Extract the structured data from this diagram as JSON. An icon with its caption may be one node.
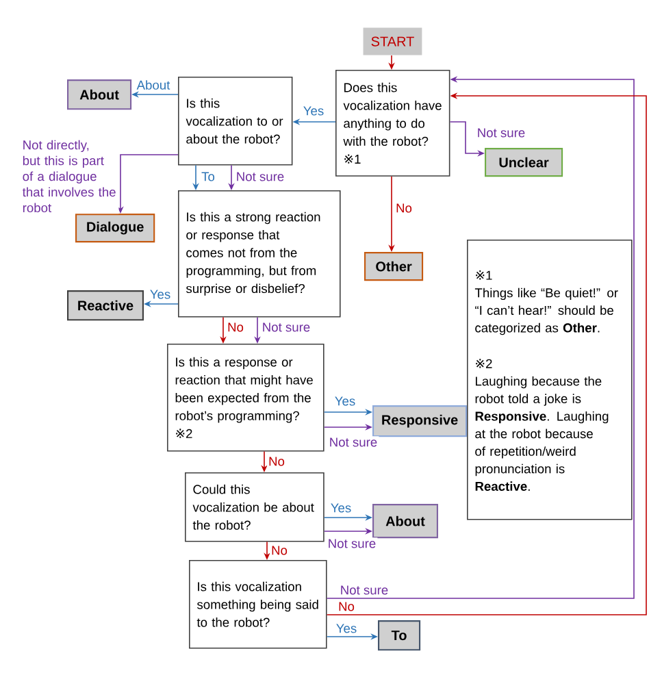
{
  "diagram": {
    "nodes": [
      {
        "text": [
          "START"
        ]
      },
      {
        "text": [
          "Does this vocalization have anything to do with the robot? ※1"
        ]
      },
      {
        "text": [
          "Is this vocalization to or about the robot?"
        ]
      },
      {
        "text": [
          "About"
        ]
      },
      {
        "text": [
          "Dialogue"
        ]
      },
      {
        "text": [
          "Unclear"
        ]
      },
      {
        "text": [
          "Other"
        ]
      },
      {
        "text": [
          "Is this a strong reaction or response that comes not from the programming, but from surprise or disbelief?"
        ]
      },
      {
        "text": [
          "Reactive"
        ]
      },
      {
        "text": [
          "Is this a response or reaction that might have been expected from the robot’s programming? ※2"
        ]
      },
      {
        "text": [
          "Responsive"
        ]
      },
      {
        "text": [
          "※1",
          "Things like “Be quiet!” or “I can’t hear!” should be categorized as **Other**.",
          "※2",
          "Laughing because the robot told a joke is **Responsive**. Laughing at the robot because of repetition/weird pronunciation is **Reactive**."
        ]
      },
      {
        "text": [
          "Could this vocalization be about the robot?"
        ]
      },
      {
        "text": [
          "About"
        ]
      },
      {
        "text": [
          "Is this vocalization something being said to the robot?"
        ]
      },
      {
        "text": [
          "To"
        ]
      }
    ],
    "edges": [
      {
        "from": 0,
        "to": 1,
        "arrow": "to",
        "color": "#c00000"
      },
      {
        "from": 1,
        "to": 2,
        "arrow": "to",
        "label": "Yes",
        "color": "#2e75b6"
      },
      {
        "from": 1,
        "to": 5,
        "arrow": "to",
        "label": "Not sure",
        "color": "#7030a0"
      },
      {
        "from": 1,
        "to": 6,
        "arrow": "to",
        "label": "No",
        "color": "#c00000"
      },
      {
        "from": 2,
        "to": 3,
        "arrow": "to",
        "label": "About",
        "color": "#2e75b6"
      },
      {
        "from": 2,
        "to": 4,
        "arrow": "to",
        "label": "Not directly, but this is part of a dialogue that involves the robot",
        "color": "#7030a0"
      },
      {
        "from": 2,
        "to": 7,
        "arrow": "to",
        "label": "To",
        "color": "#2e75b6"
      },
      {
        "from": 2,
        "to": 7,
        "arrow": "to",
        "label": "Not sure",
        "color": "#7030a0"
      },
      {
        "from": 7,
        "to": 8,
        "arrow": "to",
        "label": "Yes",
        "color": "#2e75b6"
      },
      {
        "from": 7,
        "to": 9,
        "arrow": "to",
        "label": "No",
        "color": "#c00000"
      },
      {
        "from": 7,
        "to": 9,
        "arrow": "to",
        "label": "Not sure",
        "color": "#7030a0"
      },
      {
        "from": 9,
        "to": 10,
        "arrow": "to",
        "label": "Yes",
        "color": "#2e75b6"
      },
      {
        "from": 9,
        "to": 10,
        "arrow": "to",
        "label": "Not sure",
        "color": "#7030a0"
      },
      {
        "from": 9,
        "to": 12,
        "arrow": "to",
        "label": "No",
        "color": "#c00000"
      },
      {
        "from": 12,
        "to": 13,
        "arrow": "to",
        "label": "Yes",
        "color": "#2e75b6"
      },
      {
        "from": 12,
        "to": 13,
        "arrow": "to",
        "label": "Not sure",
        "color": "#7030a0"
      },
      {
        "from": 12,
        "to": 14,
        "arrow": "to",
        "label": "No",
        "color": "#c00000"
      },
      {
        "from": 14,
        "to": 1,
        "arrow": "to",
        "label": "Not sure",
        "color": "#7030a0"
      },
      {
        "from": 14,
        "to": 1,
        "arrow": "to",
        "label": "No",
        "color": "#c00000"
      },
      {
        "from": 14,
        "to": 15,
        "arrow": "to",
        "label": "Yes",
        "color": "#2e75b6"
      }
    ]
  }
}
